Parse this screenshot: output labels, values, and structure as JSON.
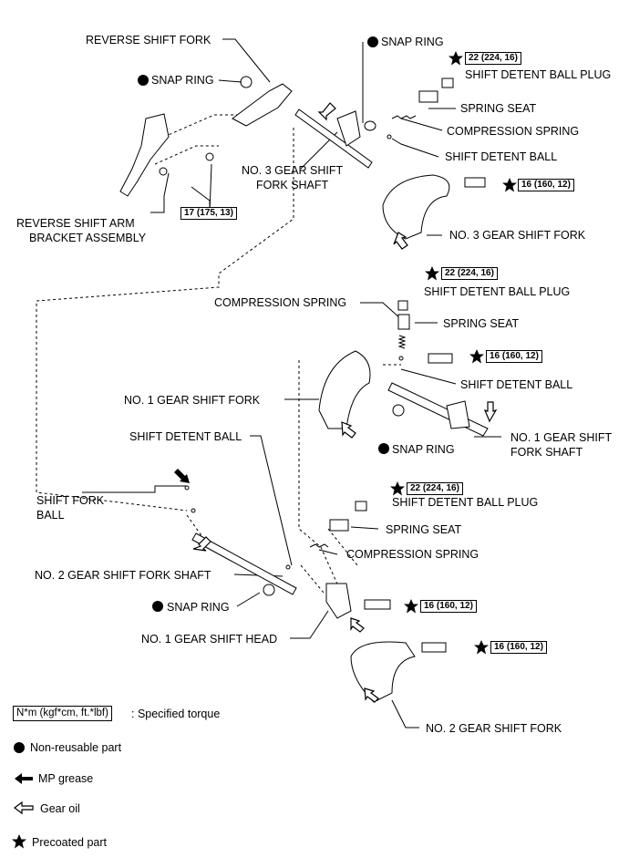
{
  "labels": {
    "reverse_shift_fork": "REVERSE SHIFT FORK",
    "snap_ring_a": "SNAP RING",
    "snap_ring_b": "SNAP RING",
    "snap_ring_c": "SNAP RING",
    "snap_ring_d": "SNAP RING",
    "torque_22_a": "22 (224, 16)",
    "torque_22_b": "22 (224, 16)",
    "torque_22_c": "22 (224, 16)",
    "torque_16_a": "16 (160, 12)",
    "torque_16_b": "16 (160, 12)",
    "torque_16_c": "16 (160, 12)",
    "torque_16_d": "16 (160, 12)",
    "torque_17": "17 (175, 13)",
    "plug_a": "SHIFT DETENT BALL PLUG",
    "plug_b": "SHIFT DETENT BALL PLUG",
    "plug_c": "SHIFT DETENT BALL PLUG",
    "seat_a": "SPRING SEAT",
    "seat_b": "SPRING SEAT",
    "seat_c": "SPRING SEAT",
    "comp_a": "COMPRESSION SPRING",
    "comp_b": "COMPRESSION SPRING",
    "comp_c": "COMPRESSION SPRING",
    "ball_a": "SHIFT DETENT BALL",
    "ball_b": "SHIFT DETENT BALL",
    "ball_c": "SHIFT DETENT BALL",
    "no3_shaft_1": "NO. 3 GEAR SHIFT",
    "no3_shaft_2": "FORK SHAFT",
    "no3_fork": "NO. 3 GEAR SHIFT FORK",
    "rev_arm_1": "REVERSE SHIFT ARM",
    "rev_arm_2": "BRACKET ASSEMBLY",
    "no1_fork": "NO. 1 GEAR SHIFT FORK",
    "no1_shaft_1": "NO. 1 GEAR SHIFT",
    "no1_shaft_2": "FORK SHAFT",
    "fork_ball_1": "SHIFT FORK",
    "fork_ball_2": "BALL",
    "no2_shaft": "NO. 2 GEAR SHIFT FORK SHAFT",
    "no1_head": "NO. 1 GEAR SHIFT HEAD",
    "no2_fork": "NO. 2 GEAR SHIFT FORK"
  },
  "legend": {
    "torque_box": "N*m (kgf*cm, ft.*lbf)",
    "torque_text": ": Specified torque",
    "nonreusable": "Non-reusable part",
    "mp_grease": "MP grease",
    "gear_oil": "Gear oil",
    "precoated": "Precoated part"
  }
}
